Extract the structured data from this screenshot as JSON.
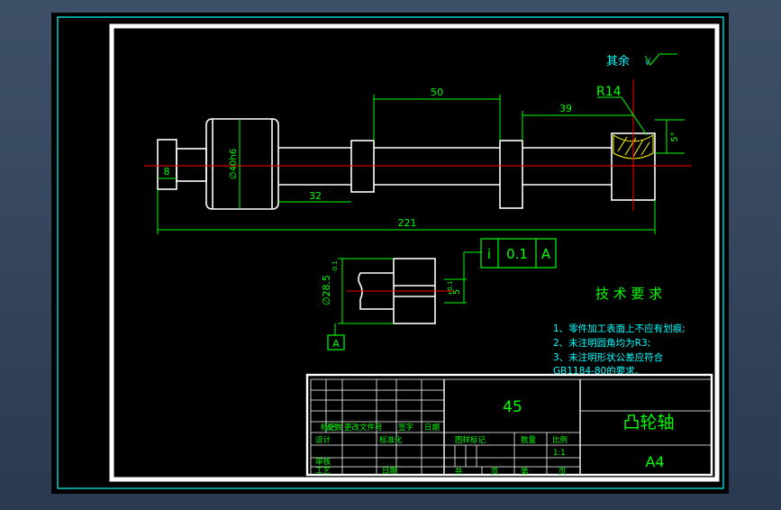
{
  "colors": {
    "background": "#000000",
    "paper_border": "#ffffff",
    "frame": "#00ffff",
    "geometry": "#ffffff",
    "dimension": "#00ff00",
    "centerline": "#ff0000",
    "text": "#00ff00",
    "annotation": "#00ffff",
    "hatch": "#ffff00"
  },
  "drawing": {
    "finish_note": "其余",
    "finish_value": "√",
    "radius_label": "R14",
    "angle_label": "5°",
    "dims": {
      "d50": "50",
      "d39": "39",
      "d8": "8",
      "phi40": "∅40h6",
      "d32": "32",
      "d221": "221",
      "phi28": "∅28.5",
      "phi28_tol": "-0.1",
      "d5": "5",
      "d5_tol": "+0.1"
    },
    "tolerance_frame": {
      "symbol": "i",
      "value": "0.1",
      "datum": "A"
    },
    "datum_label": "A"
  },
  "tech_requirements": {
    "title": "技 术 要 求",
    "items": [
      "1、零件加工表面上不应有划痕;",
      "2、未注明圆角均为R3;",
      "3、未注明形状公差应符合",
      "GB1184-80的要求。"
    ]
  },
  "title_block": {
    "material": "45",
    "part_name": "凸轮轴",
    "paper_size": "A4",
    "header_labels": [
      "标记",
      "处数",
      "更改文件号",
      "签字",
      "日期"
    ],
    "row_labels": [
      "设计",
      "标准化",
      "审核",
      "工艺",
      "日期"
    ],
    "stage_labels": [
      "图样标记",
      "数量",
      "比例"
    ],
    "scale": "1:1",
    "sheet_labels": [
      "共",
      "页",
      "第",
      "页"
    ]
  }
}
